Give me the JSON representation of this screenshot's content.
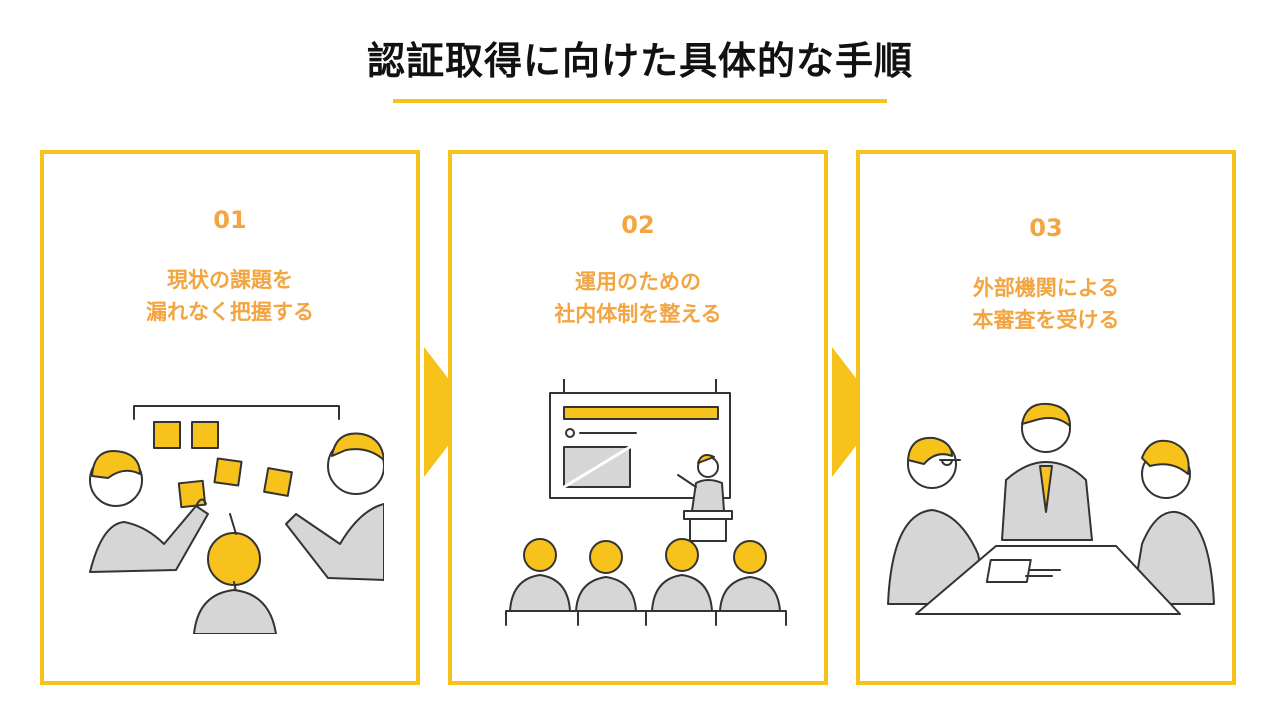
{
  "header": {
    "title": "認証取得に向けた具体的な手順"
  },
  "colors": {
    "accent": "#f8c21d",
    "text_orange": "#f2a541",
    "title": "#111111",
    "gray": "#d6d6d6",
    "line": "#333333"
  },
  "steps": [
    {
      "number": "01",
      "lines": [
        "現状の課題を",
        "漏れなく把握する"
      ],
      "icon": "sticky-note-brainstorm-illustration"
    },
    {
      "number": "02",
      "lines": [
        "運用のための",
        "社内体制を整える"
      ],
      "icon": "presentation-training-illustration"
    },
    {
      "number": "03",
      "lines": [
        "外部機関による",
        "本審査を受ける"
      ],
      "icon": "audit-meeting-illustration"
    }
  ]
}
